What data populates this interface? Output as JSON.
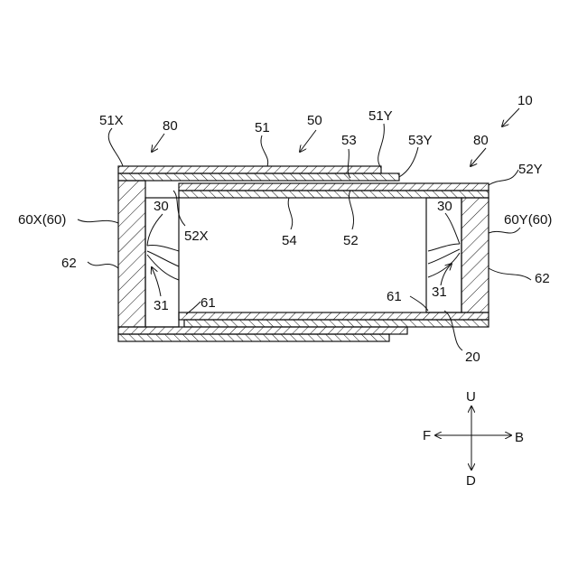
{
  "diagram": {
    "labels": {
      "ref10": "10",
      "ref50": "50",
      "ref51": "51",
      "ref51x": "51X",
      "ref51y": "51Y",
      "ref52": "52",
      "ref52x": "52X",
      "ref52y": "52Y",
      "ref53": "53",
      "ref53y": "53Y",
      "ref54": "54",
      "ref80_left": "80",
      "ref80_right": "80",
      "ref60x": "60X(60)",
      "ref60y": "60Y(60)",
      "ref62_left": "62",
      "ref62_right": "62",
      "ref30_left": "30",
      "ref30_right": "30",
      "ref31_left": "31",
      "ref31_right": "31",
      "ref61_left": "61",
      "ref61_right": "61",
      "ref20": "20"
    },
    "directions": {
      "up": "U",
      "down": "D",
      "front": "F",
      "back": "B"
    },
    "colors": {
      "line": "#111111",
      "background": "#ffffff"
    }
  }
}
